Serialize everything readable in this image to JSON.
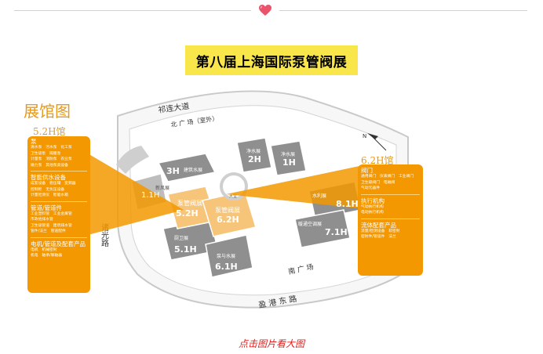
{
  "banner": {
    "title": "第八届上海国际泵管阀展"
  },
  "map": {
    "title": "展馆图",
    "roads": {
      "top": "祁连大道",
      "north_plaza": "北 广 场（室外）",
      "west": "诸光路",
      "south_plaza": "南 广 场",
      "bottom": "盈 港 东 路"
    },
    "north_mark": "N",
    "halls": {
      "h3": "3H",
      "h3_name": "建筑水展",
      "h2": "2H",
      "h2_name": "净水展",
      "h1": "1H",
      "h1_name": "净水展",
      "h11": "1.1H",
      "h11_name": "新风展",
      "h52": "5.2H",
      "h52_name": "泵管阀展",
      "h62": "6.2H",
      "h62_name": "泵管阀展",
      "h51": "5.1H",
      "h51_name": "厨卫展",
      "h61": "6.1H",
      "h61_name": "泵与水展",
      "h81": "8.1H",
      "h81_name": "水利展",
      "h71": "7.1H",
      "h71_name": "暖通空调展",
      "center": "大堂"
    },
    "panels": {
      "left": {
        "tag": "5.2H馆",
        "sections": [
          {
            "title": "泵",
            "lines": [
              "清水泵　污水泵　化工泵",
              "卫生级泵　隔膜泵",
              "计量泵　消防泵　农业泵",
              "磁力泵　其他泵类设备"
            ]
          },
          {
            "title": "智能供水设备",
            "lines": [
              "成套设备　稳压罐　变频器",
              "控制柜　无负压设备",
              "计量检测仪　智能水箱"
            ]
          },
          {
            "title": "管道/管道件",
            "lines": [
              "工业塑料管　工业金属管",
              "市政给排水管",
              "卫生级管道　建筑排水管",
              "管件/法兰　管道配件"
            ]
          },
          {
            "title": "电机/管道及配套产品",
            "lines": [
              "电机　机械密封",
              "机电　轴承/联轴器"
            ]
          }
        ]
      },
      "right": {
        "tag": "6.2H馆",
        "sections": [
          {
            "title": "阀门",
            "lines": [
              "通用阀门　仪表阀门　工业阀门",
              "卫生级阀门　电磁阀",
              "气动元器件"
            ]
          },
          {
            "title": "执行机构",
            "lines": [
              "气动执行机构",
              "电动执行机构"
            ]
          },
          {
            "title": "流体配套产品",
            "lines": [
              "流量/检测设备　软密封",
              "密封件/管道件　法兰"
            ]
          }
        ]
      }
    }
  },
  "footer": {
    "link": "点击图片看大图"
  },
  "colors": {
    "accent": "#f39800",
    "title": "#e69a1b",
    "banner": "#f8e64a",
    "link": "#e0201e",
    "hall": "#8f8f8f"
  }
}
